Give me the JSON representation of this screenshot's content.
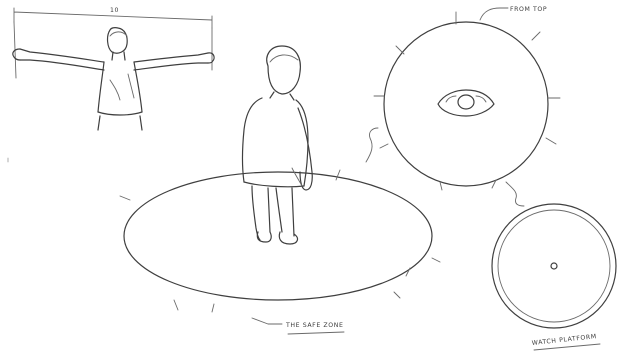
{
  "annotations": {
    "dimension_label": "10",
    "from_top": "FROM TOP",
    "safe_zone": "THE SAFE ZONE",
    "platform": "WATCH PLATFORM"
  }
}
